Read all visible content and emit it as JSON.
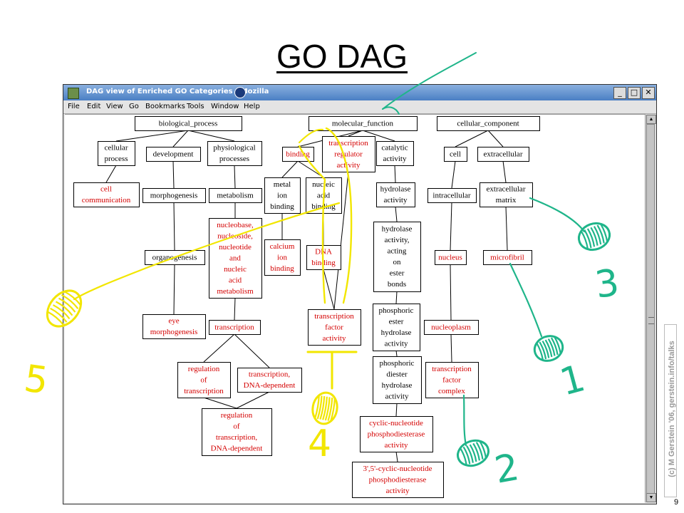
{
  "slide": {
    "title": "GO DAG",
    "credit": "(c) M Gerstein '06, gerstein.info/talks",
    "page_number": "9"
  },
  "window": {
    "title": "DAG view of Enriched GO Categories - Mozilla",
    "controls": [
      "_",
      "□",
      "✕"
    ],
    "menu": [
      "File",
      "Edit",
      "View",
      "Go",
      "Bookmarks",
      "Tools",
      "Window",
      "Help"
    ]
  },
  "colors": {
    "enriched": "#d40000",
    "normal": "#000000",
    "yellow": "#f2e600",
    "teal": "#1fb58a"
  },
  "dag": {
    "nodes": [
      {
        "id": "biological_process",
        "lines": [
          "biological_process"
        ],
        "enriched": false
      },
      {
        "id": "molecular_function",
        "lines": [
          "molecular_function"
        ],
        "enriched": false
      },
      {
        "id": "cellular_component",
        "lines": [
          "cellular_component"
        ],
        "enriched": false
      },
      {
        "id": "cellular_process",
        "lines": [
          "cellular",
          "process"
        ],
        "enriched": false
      },
      {
        "id": "development",
        "lines": [
          "development"
        ],
        "enriched": false
      },
      {
        "id": "physiological_processes",
        "lines": [
          "physiological",
          "processes"
        ],
        "enriched": false
      },
      {
        "id": "binding",
        "lines": [
          "binding"
        ],
        "enriched": true
      },
      {
        "id": "transcription_regulator_activity",
        "lines": [
          "transcription",
          "regulator",
          "activity"
        ],
        "enriched": true
      },
      {
        "id": "catalytic_activity",
        "lines": [
          "catalytic",
          "activity"
        ],
        "enriched": false
      },
      {
        "id": "cell",
        "lines": [
          "cell"
        ],
        "enriched": false
      },
      {
        "id": "extracellular",
        "lines": [
          "extracellular"
        ],
        "enriched": false
      },
      {
        "id": "cell_communication",
        "lines": [
          "cell",
          "communication"
        ],
        "enriched": true
      },
      {
        "id": "morphogenesis",
        "lines": [
          "morphogenesis"
        ],
        "enriched": false
      },
      {
        "id": "metabolism",
        "lines": [
          "metabolism"
        ],
        "enriched": false
      },
      {
        "id": "metal_ion_binding",
        "lines": [
          "metal",
          "ion",
          "binding"
        ],
        "enriched": false
      },
      {
        "id": "nucleic_acid_binding",
        "lines": [
          "nucleic",
          "acid",
          "binding"
        ],
        "enriched": false
      },
      {
        "id": "hydrolase_activity",
        "lines": [
          "hydrolase",
          "activity"
        ],
        "enriched": false
      },
      {
        "id": "intracellular",
        "lines": [
          "intracellular"
        ],
        "enriched": false
      },
      {
        "id": "extracellular_matrix",
        "lines": [
          "extracellular",
          "matrix"
        ],
        "enriched": false
      },
      {
        "id": "nucleobase_metabolism",
        "lines": [
          "nucleobase,",
          "nucleoside,",
          "nucleotide",
          "and",
          "nucleic",
          "acid",
          "metabolism"
        ],
        "enriched": true
      },
      {
        "id": "calcium_ion_binding",
        "lines": [
          "calcium",
          "ion",
          "binding"
        ],
        "enriched": true
      },
      {
        "id": "dna_binding",
        "lines": [
          "DNA",
          "binding"
        ],
        "enriched": true
      },
      {
        "id": "hydrolase_ester",
        "lines": [
          "hydrolase",
          "activity,",
          "acting",
          "on",
          "ester",
          "bonds"
        ],
        "enriched": false
      },
      {
        "id": "nucleus",
        "lines": [
          "nucleus"
        ],
        "enriched": true
      },
      {
        "id": "microfibril",
        "lines": [
          "microfibril"
        ],
        "enriched": true
      },
      {
        "id": "organogenesis",
        "lines": [
          "organogenesis"
        ],
        "enriched": false
      },
      {
        "id": "eye_morphogenesis",
        "lines": [
          "eye",
          "morphogenesis"
        ],
        "enriched": true
      },
      {
        "id": "transcription",
        "lines": [
          "transcription"
        ],
        "enriched": true
      },
      {
        "id": "transcription_factor_activity",
        "lines": [
          "transcription",
          "factor",
          "activity"
        ],
        "enriched": true
      },
      {
        "id": "phosphoric_ester_hydrolase",
        "lines": [
          "phosphoric",
          "ester",
          "hydrolase",
          "activity"
        ],
        "enriched": false
      },
      {
        "id": "nucleoplasm",
        "lines": [
          "nucleoplasm"
        ],
        "enriched": true
      },
      {
        "id": "regulation_of_transcription",
        "lines": [
          "regulation",
          "of",
          "transcription"
        ],
        "enriched": true
      },
      {
        "id": "transcription_dna_dependent",
        "lines": [
          "transcription,",
          "DNA-dependent"
        ],
        "enriched": true
      },
      {
        "id": "phosphoric_diester_hydrolase",
        "lines": [
          "phosphoric",
          "diester",
          "hydrolase",
          "activity"
        ],
        "enriched": false
      },
      {
        "id": "transcription_factor_complex",
        "lines": [
          "transcription",
          "factor",
          "complex"
        ],
        "enriched": true
      },
      {
        "id": "regulation_transcription_dna_dependent",
        "lines": [
          "regulation",
          "of",
          "transcription,",
          "DNA-dependent"
        ],
        "enriched": true
      },
      {
        "id": "cyclic_nucleotide_pde",
        "lines": [
          "cyclic-nucleotide",
          "phosphodiesterase",
          "activity"
        ],
        "enriched": true
      },
      {
        "id": "cyclic_35_pde",
        "lines": [
          "3',5'-cyclic-nucleotide",
          "phosphodiesterase",
          "activity"
        ],
        "enriched": true
      }
    ],
    "edges": [
      [
        "biological_process",
        "cellular_process"
      ],
      [
        "biological_process",
        "development"
      ],
      [
        "biological_process",
        "physiological_processes"
      ],
      [
        "molecular_function",
        "binding"
      ],
      [
        "molecular_function",
        "transcription_regulator_activity"
      ],
      [
        "molecular_function",
        "catalytic_activity"
      ],
      [
        "cellular_component",
        "cell"
      ],
      [
        "cellular_component",
        "extracellular"
      ],
      [
        "cellular_process",
        "cell_communication"
      ],
      [
        "development",
        "morphogenesis"
      ],
      [
        "physiological_processes",
        "metabolism"
      ],
      [
        "binding",
        "metal_ion_binding"
      ],
      [
        "binding",
        "nucleic_acid_binding"
      ],
      [
        "catalytic_activity",
        "hydrolase_activity"
      ],
      [
        "cell",
        "intracellular"
      ],
      [
        "extracellular",
        "extracellular_matrix"
      ],
      [
        "metabolism",
        "nucleobase_metabolism"
      ],
      [
        "metal_ion_binding",
        "calcium_ion_binding"
      ],
      [
        "nucleic_acid_binding",
        "dna_binding"
      ],
      [
        "hydrolase_activity",
        "hydrolase_ester"
      ],
      [
        "intracellular",
        "nucleus"
      ],
      [
        "extracellular_matrix",
        "microfibril"
      ],
      [
        "morphogenesis",
        "organogenesis"
      ],
      [
        "organogenesis",
        "eye_morphogenesis"
      ],
      [
        "nucleobase_metabolism",
        "transcription"
      ],
      [
        "dna_binding",
        "transcription_factor_activity"
      ],
      [
        "transcription_regulator_activity",
        "transcription_factor_activity"
      ],
      [
        "hydrolase_ester",
        "phosphoric_ester_hydrolase"
      ],
      [
        "nucleus",
        "nucleoplasm"
      ],
      [
        "transcription",
        "regulation_of_transcription"
      ],
      [
        "transcription",
        "transcription_dna_dependent"
      ],
      [
        "phosphoric_ester_hydrolase",
        "phosphoric_diester_hydrolase"
      ],
      [
        "nucleoplasm",
        "transcription_factor_complex"
      ],
      [
        "regulation_of_transcription",
        "regulation_transcription_dna_dependent"
      ],
      [
        "transcription_dna_dependent",
        "regulation_transcription_dna_dependent"
      ],
      [
        "phosphoric_diester_hydrolase",
        "cyclic_nucleotide_pde"
      ],
      [
        "cyclic_nucleotide_pde",
        "cyclic_35_pde"
      ]
    ]
  },
  "annotations": {
    "marks": [
      "5",
      "4",
      "3",
      "1",
      "2"
    ]
  }
}
